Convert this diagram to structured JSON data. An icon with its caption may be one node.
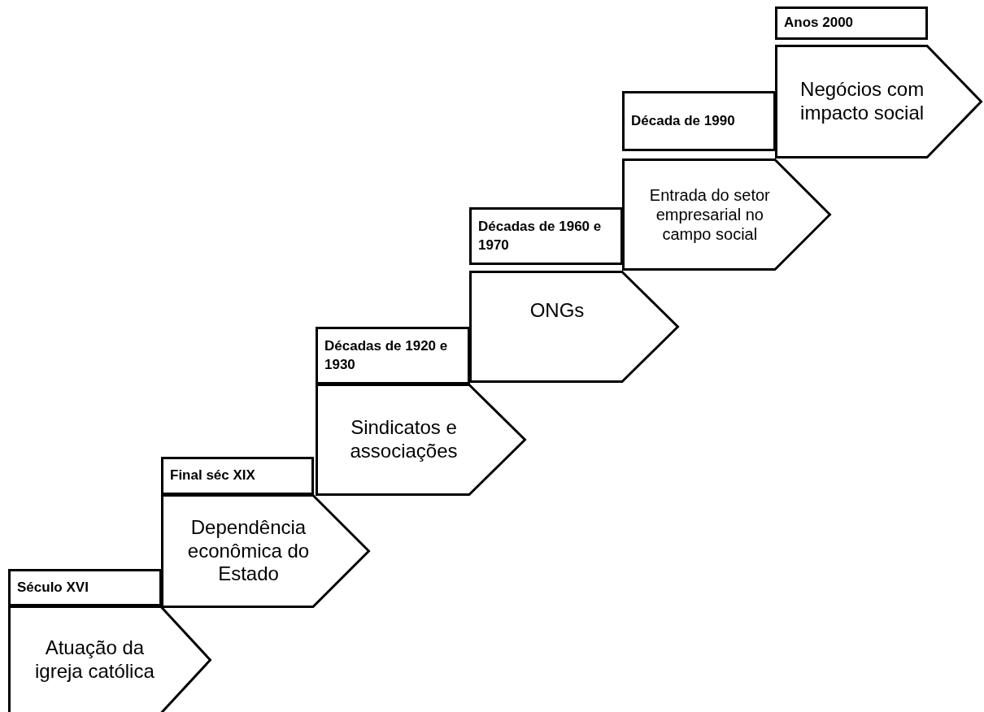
{
  "diagram": {
    "nodes": [
      {
        "text": [
          "Século XVI"
        ]
      },
      {
        "text": [
          "Atuação da igreja católica"
        ]
      },
      {
        "text": [
          "Final séc XIX"
        ]
      },
      {
        "text": [
          "Dependência econômica do Estado"
        ]
      },
      {
        "text": [
          "Décadas de 1920 e 1930"
        ]
      },
      {
        "text": [
          "Sindicatos e associações"
        ]
      },
      {
        "text": [
          "Décadas de 1960 e 1970"
        ]
      },
      {
        "text": [
          "ONGs"
        ]
      },
      {
        "text": [
          "Década de 1990"
        ]
      },
      {
        "text": [
          "Entrada do setor empresarial no campo social"
        ]
      },
      {
        "text": [
          "Anos 2000"
        ]
      },
      {
        "text": [
          "Negócios com impacto social"
        ]
      }
    ]
  }
}
